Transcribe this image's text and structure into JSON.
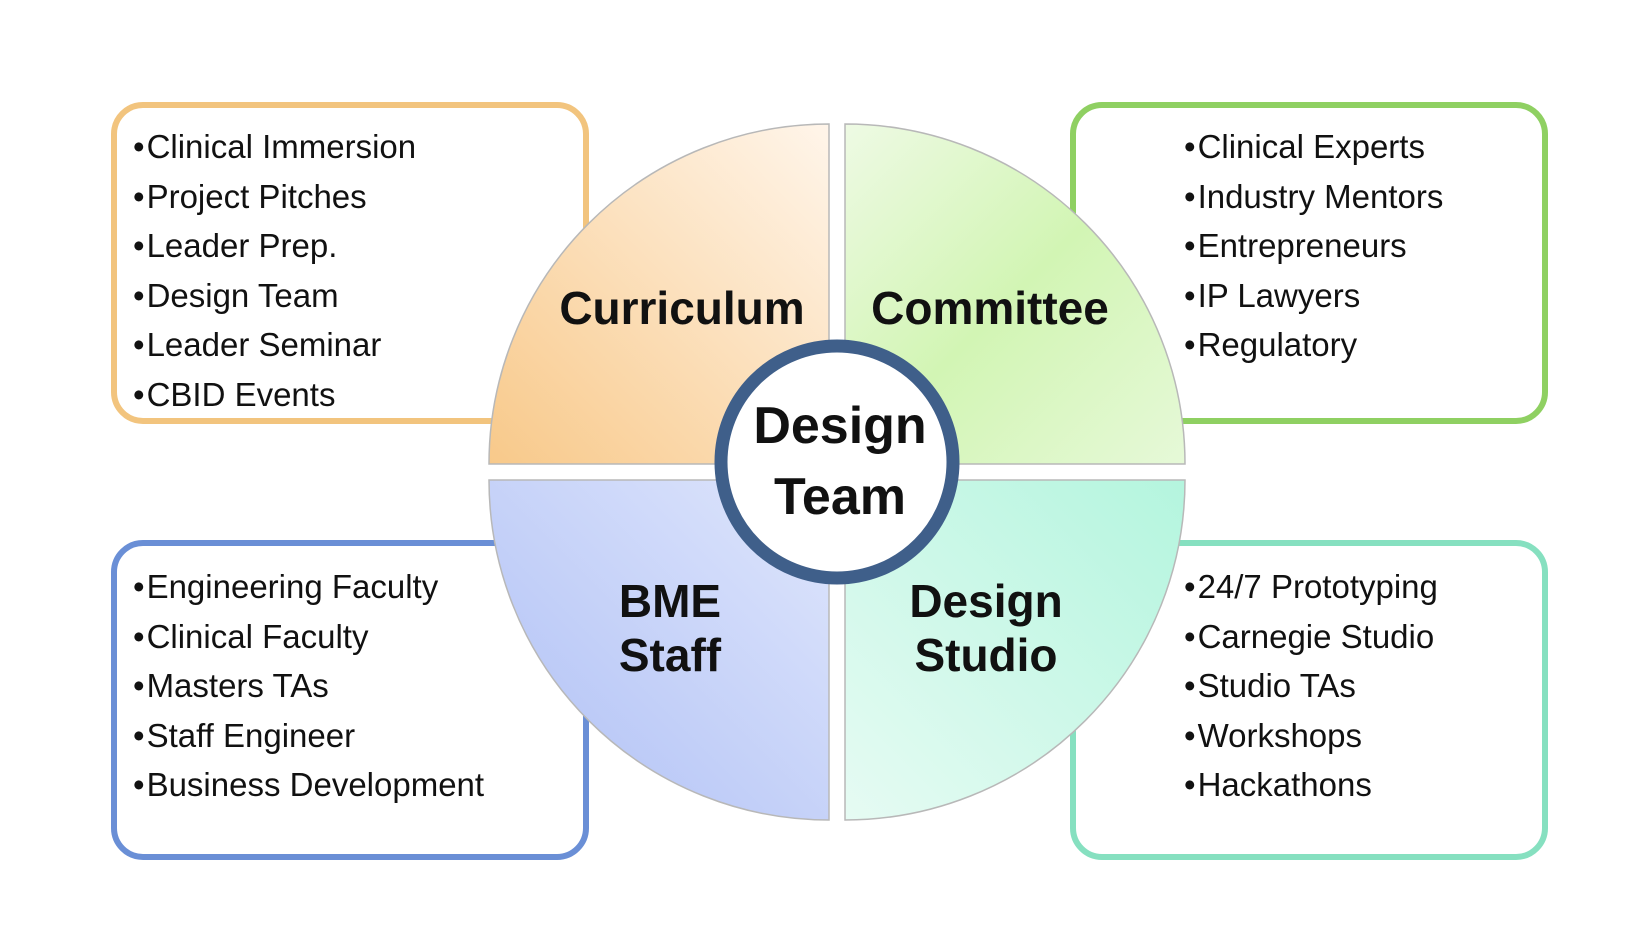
{
  "center": {
    "line1": "Design",
    "line2": "Team"
  },
  "quadrants": {
    "top_left": {
      "label": "Curriculum"
    },
    "top_right": {
      "label": "Committee"
    },
    "bottom_left": {
      "line1": "BME",
      "line2": "Staff"
    },
    "bottom_right": {
      "line1": "Design",
      "line2": "Studio"
    }
  },
  "boxes": {
    "top_left": {
      "items": [
        "Clinical Immersion",
        "Project Pitches",
        "Leader Prep.",
        "Design Team",
        "Leader Seminar",
        "CBID Events"
      ]
    },
    "top_right": {
      "items": [
        "Clinical Experts",
        "Industry Mentors",
        "Entrepreneurs",
        "IP Lawyers",
        "Regulatory"
      ]
    },
    "bottom_left": {
      "items": [
        "Engineering Faculty",
        "Clinical Faculty",
        "Masters TAs",
        "Staff Engineer",
        "Business Development"
      ]
    },
    "bottom_right": {
      "items": [
        "24/7 Prototyping",
        "Carnegie Studio",
        "Studio TAs",
        "Workshops",
        "Hackathons"
      ]
    }
  },
  "colors": {
    "top_left_border": "#f2c47e",
    "top_right_border": "#8fd062",
    "bottom_left_border": "#6a8fd6",
    "bottom_right_border": "#86e0c0",
    "center_ring": "#3f5f8a"
  }
}
